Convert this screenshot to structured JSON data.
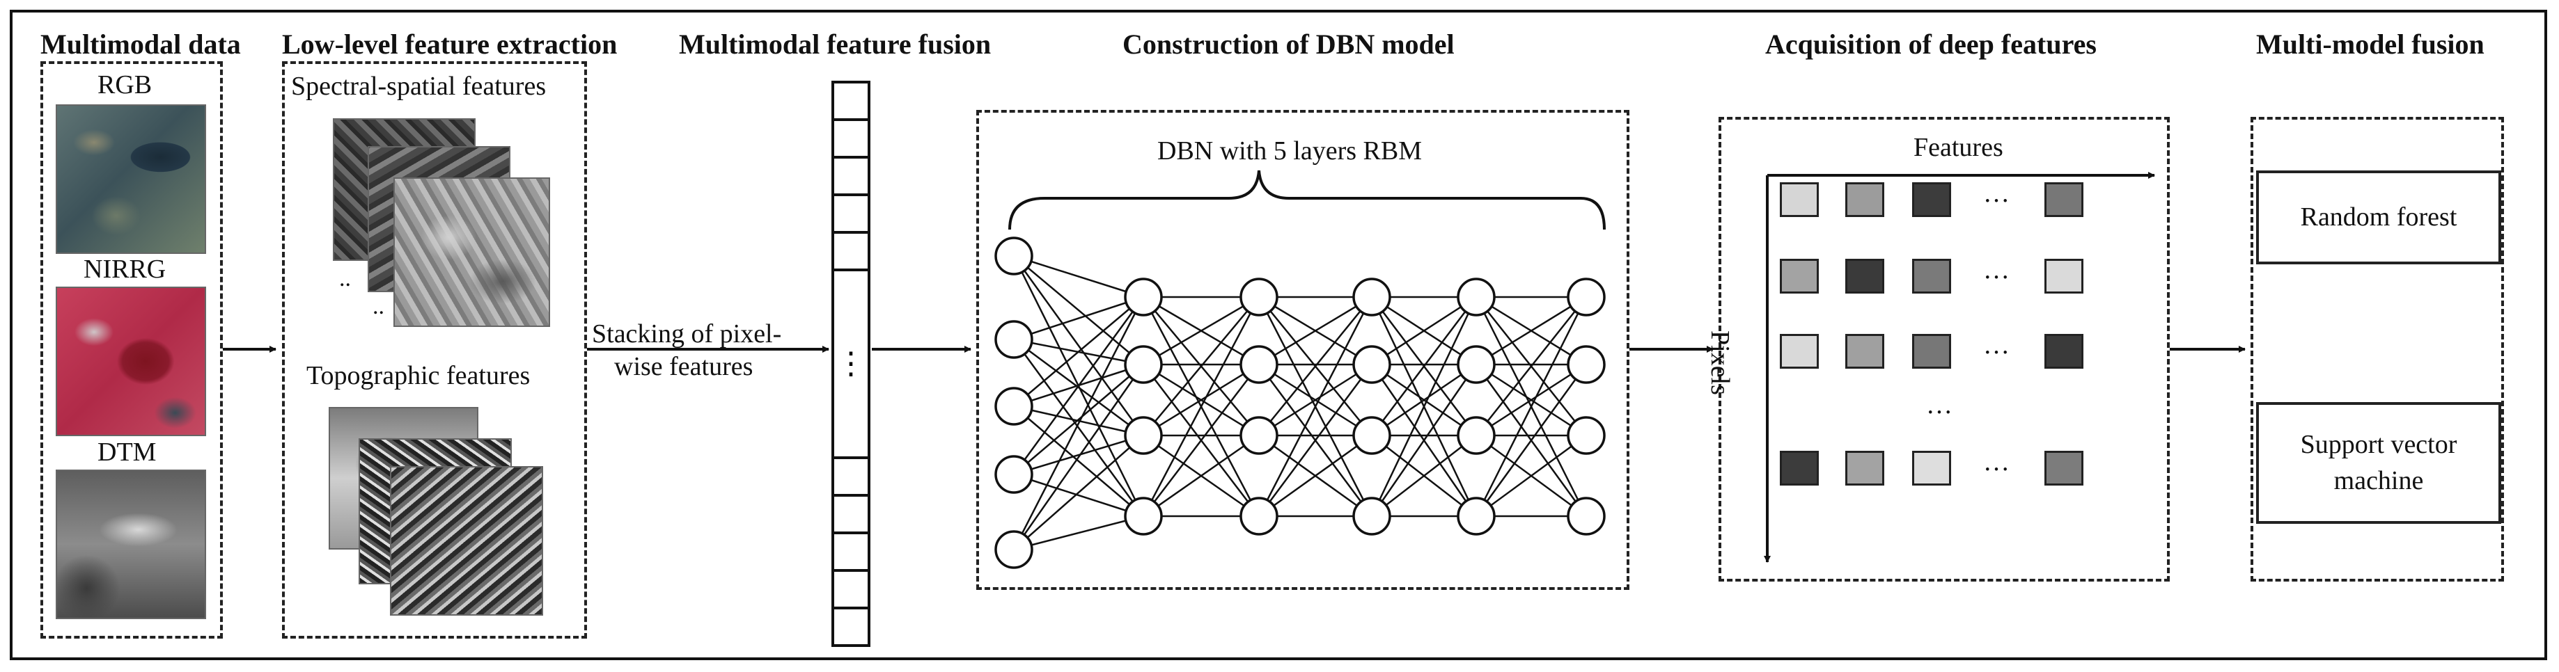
{
  "headings": {
    "multimodal_data": "Multimodal data",
    "low_level": "Low-level feature extraction",
    "fusion": "Multimodal feature fusion",
    "dbn": "Construction of DBN model",
    "deep": "Acquisition of deep features",
    "multi_model": "Multi-model fusion"
  },
  "inputs": {
    "rgb": "RGB",
    "nirrg": "NIRRG",
    "dtm": "DTM"
  },
  "low_level": {
    "spectral": "Spectral-spatial features",
    "topographic": "Topographic features",
    "dots_a": "..",
    "dots_b": ".."
  },
  "stacking": {
    "line1": "Stacking of pixel-",
    "line2": "wise features"
  },
  "vector": {
    "dots": "⋮"
  },
  "dbn": {
    "caption": "DBN with 5 layers RBM",
    "layer_sizes": [
      5,
      4,
      4,
      4,
      4,
      4
    ]
  },
  "deep_features": {
    "x_label": "Features",
    "y_label": "Pixels",
    "row_dots": "…",
    "col_dots": "…",
    "row_shades": [
      [
        "#d6d6d6",
        "#9c9c9c",
        "#3c3c3c",
        "#777777"
      ],
      [
        "#a3a3a3",
        "#3a3a3a",
        "#7a7a7a",
        "#dadada"
      ],
      [
        "#d9d9d9",
        "#a0a0a0",
        "#777777",
        "#3a3a3a"
      ],
      [
        "#3c3c3c",
        "#a3a3a3",
        "#dedede",
        "#7c7c7c"
      ]
    ]
  },
  "classifiers": {
    "random_forest": "Random forest",
    "svm_line1": "Support vector",
    "svm_line2": "machine"
  }
}
